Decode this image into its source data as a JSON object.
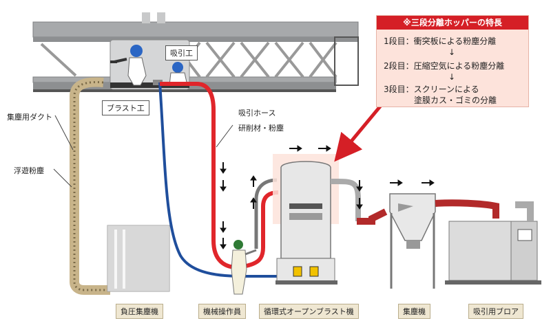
{
  "feature": {
    "title": "※三段分離ホッパーの特長",
    "stage1": "1段目：衝突板による粉塵分離",
    "arrow1": "↓",
    "stage2": "2段目：圧縮空気による粉塵分離",
    "arrow2": "↓",
    "stage3a": "3段目：スクリーンによる",
    "stage3b": "塗膜カス・ゴミの分離"
  },
  "labels": {
    "suction_worker": "吸引工",
    "blast_worker": "ブラスト工",
    "suction_hose": "吸引ホース",
    "abrasive_dust": "研削材・粉塵",
    "dust_duct": "集塵用ダクト",
    "floating_dust": "浮遊粉塵"
  },
  "equipment": {
    "negative_pressure_collector": "負圧集塵機",
    "machine_operator": "機械操作員",
    "circulating_blast_machine": "循環式オープンブラスト機",
    "dust_collector": "集塵機",
    "suction_blower": "吸引用ブロア"
  },
  "colors": {
    "hose_red": "#e0262b",
    "hose_blue": "#1f4e9c",
    "duct_tan": "#c8b48a",
    "steel_gray": "#a7a9ab",
    "accent_red": "#d51f26",
    "highlight_pink": "#fde3db"
  }
}
